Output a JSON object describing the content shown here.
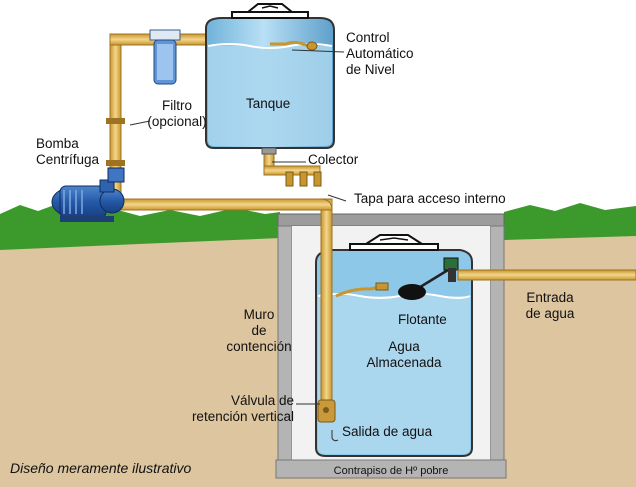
{
  "labels": {
    "control": [
      "Control",
      "Automático",
      "de Nivel"
    ],
    "filtro": [
      "Filtro",
      "(opcional)"
    ],
    "tanque": "Tanque",
    "bomba": [
      "Bomba",
      "Centrífuga"
    ],
    "colector": "Colector",
    "tapa": "Tapa para acceso interno",
    "entrada": [
      "Entrada",
      "de agua"
    ],
    "flotante": "Flotante",
    "muro": [
      "Muro",
      "de",
      "contención"
    ],
    "agua": [
      "Agua",
      "Almacenada"
    ],
    "valvula": [
      "Válvula de",
      "retención vertical"
    ],
    "salida": "Salida de agua",
    "contrapiso": "Contrapiso de Hº pobre",
    "disclaimer": "Diseño meramente ilustrativo"
  },
  "colors": {
    "pipe": "#e3b85a",
    "water": "#aad6ee",
    "tank": "#8ec8e8",
    "grass": "#3c9a2c",
    "soil": "#ddc59f",
    "concrete": "#b4b4b4"
  }
}
